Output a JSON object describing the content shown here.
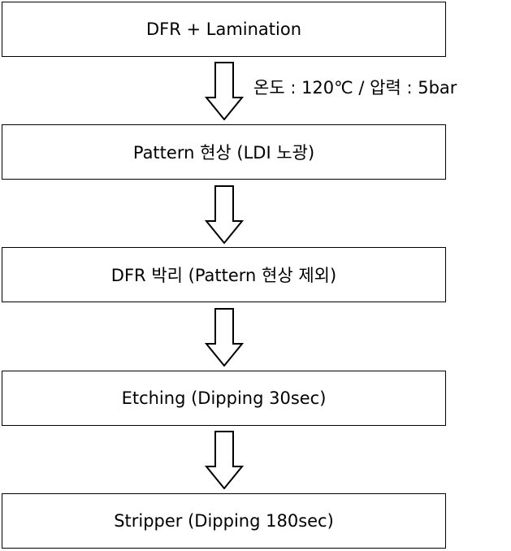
{
  "steps": [
    {
      "label": "DFR + Lamination"
    },
    {
      "label": "Pattern 현상 (LDI 노광)"
    },
    {
      "label": "DFR 박리 (Pattern 현상 제외)"
    },
    {
      "label": "Etching (Dipping 30sec)"
    },
    {
      "label": "Stripper (Dipping 180sec)"
    }
  ],
  "annotations": {
    "lamination_condition": "온도 : 120℃ / 압력 : 5bar"
  },
  "colors": {
    "stroke": "#000000",
    "background": "#ffffff"
  },
  "icons": {
    "flow_arrow": "hollow-down-arrow-icon"
  }
}
